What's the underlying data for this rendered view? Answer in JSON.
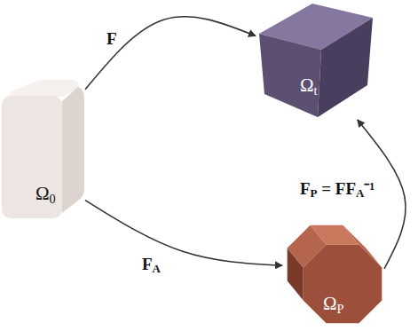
{
  "diagram": {
    "nodes": [
      {
        "text": [
          "Ω0"
        ]
      },
      {
        "text": [
          "Ωt"
        ]
      },
      {
        "text": [
          "ΩP"
        ]
      }
    ],
    "edges": [
      {
        "from": 0,
        "to": 1,
        "arrow": "to",
        "label": "F"
      },
      {
        "from": 0,
        "to": 2,
        "arrow": "to",
        "label": "FA"
      },
      {
        "from": 2,
        "to": 1,
        "arrow": "to",
        "label": "FP = FFA⁻¹"
      }
    ]
  }
}
